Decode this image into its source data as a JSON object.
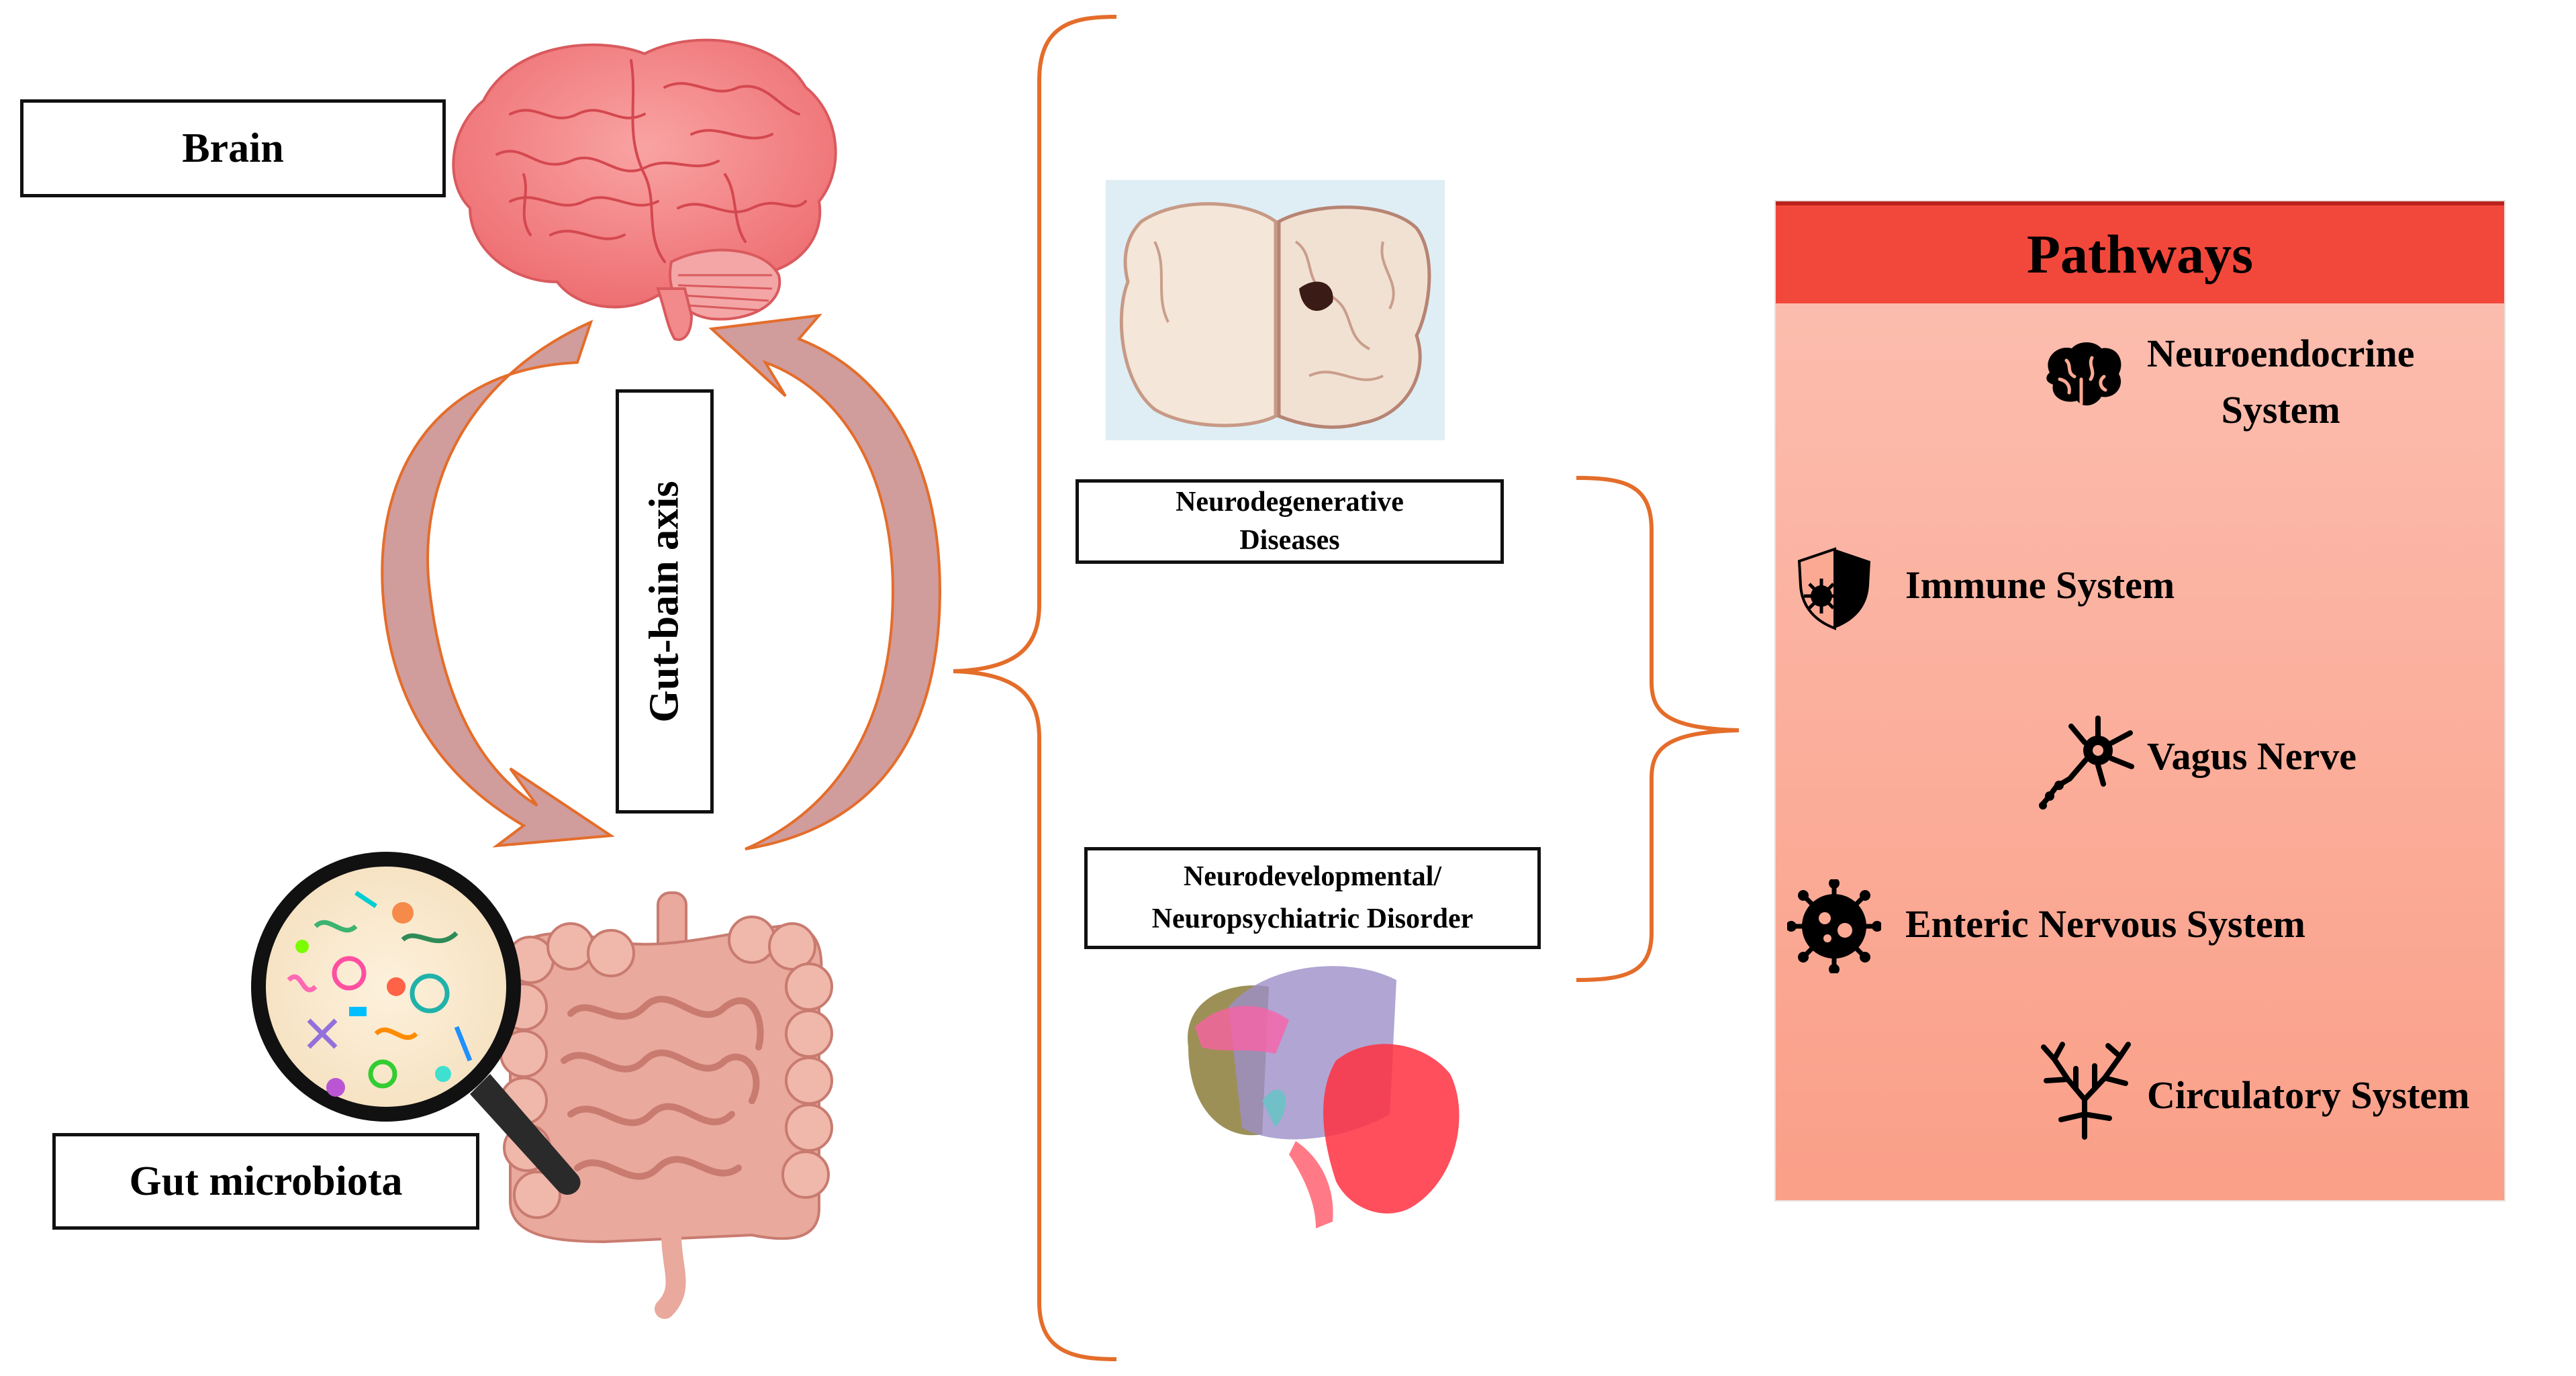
{
  "labels": {
    "brain": "Brain",
    "gut_brain_axis": "Gut-bain axis",
    "gut_microbiota": "Gut microbiota",
    "neurodegenerative_line1": "Neurodegenerative",
    "neurodegenerative_line2": "Diseases",
    "neurodevelopmental_line1": "Neurodevelopmental/",
    "neurodevelopmental_line2": "Neuropsychiatric Disorder"
  },
  "pathways": {
    "title": "Pathways",
    "items": [
      {
        "line1": "Neuroendocrine",
        "line2": "System",
        "icon": "brain-icon"
      },
      {
        "line1": "Immune System",
        "icon": "shield-virus-icon"
      },
      {
        "line1": "Vagus Nerve",
        "icon": "neuron-icon"
      },
      {
        "line1": "Enteric Nervous System",
        "icon": "microbe-icon"
      },
      {
        "line1": "Circulatory System",
        "icon": "vessel-icon"
      }
    ]
  },
  "colors": {
    "accent_orange": "#e46d2a",
    "pathways_header": "#f2483b",
    "pathways_body": "#fcb4a2",
    "brain_pink": "#f28585",
    "intestine_pink": "#e8a79a"
  }
}
